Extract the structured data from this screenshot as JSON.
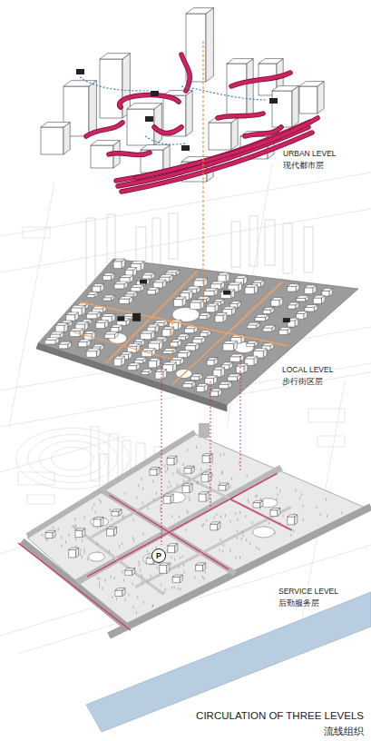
{
  "diagram": {
    "title": "CIRCULATION OF THREE LEVELS",
    "caption": "流线组织",
    "nodes": [
      {
        "text": [
          "P"
        ]
      }
    ],
    "labels": [
      "URBAN LEVEL",
      "现代都市层",
      "LOCAL LEVEL",
      "步行街区层",
      "SERVICE LEVEL",
      "后勤服务层"
    ]
  }
}
